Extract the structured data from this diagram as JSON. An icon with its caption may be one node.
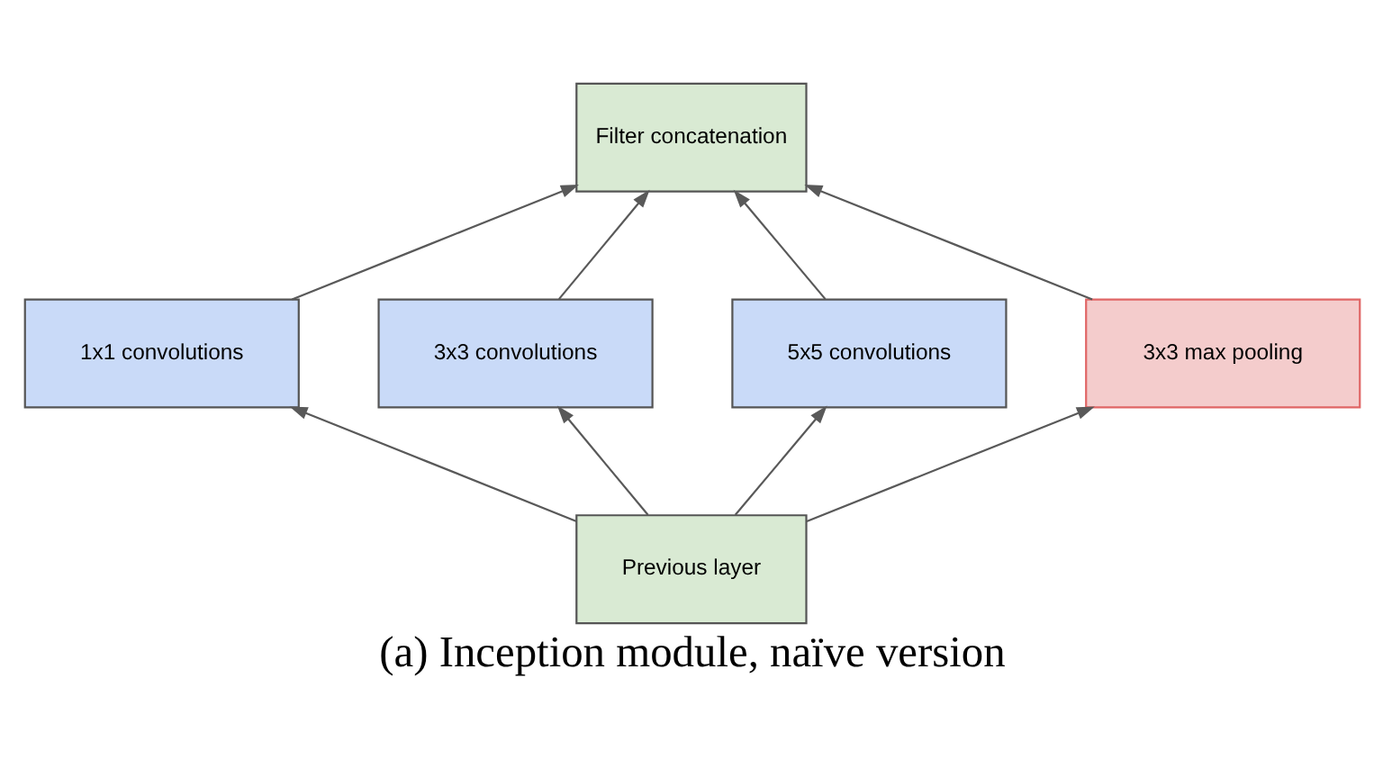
{
  "diagram": {
    "caption": "(a) Inception module, naïve version",
    "nodes": [
      {
        "text": [
          "Filter concatenation"
        ]
      },
      {
        "text": [
          "1x1 convolutions"
        ]
      },
      {
        "text": [
          "3x3 convolutions"
        ]
      },
      {
        "text": [
          "5x5 convolutions"
        ]
      },
      {
        "text": [
          "3x3 max pooling"
        ]
      },
      {
        "text": [
          "Previous layer"
        ]
      }
    ],
    "edges": [
      {
        "from": 5,
        "to": 1,
        "arrow": "to"
      },
      {
        "from": 5,
        "to": 2,
        "arrow": "to"
      },
      {
        "from": 5,
        "to": 3,
        "arrow": "to"
      },
      {
        "from": 5,
        "to": 4,
        "arrow": "to"
      },
      {
        "from": 1,
        "to": 0,
        "arrow": "to"
      },
      {
        "from": 2,
        "to": 0,
        "arrow": "to"
      },
      {
        "from": 3,
        "to": 0,
        "arrow": "to"
      },
      {
        "from": 4,
        "to": 0,
        "arrow": "to"
      }
    ]
  }
}
